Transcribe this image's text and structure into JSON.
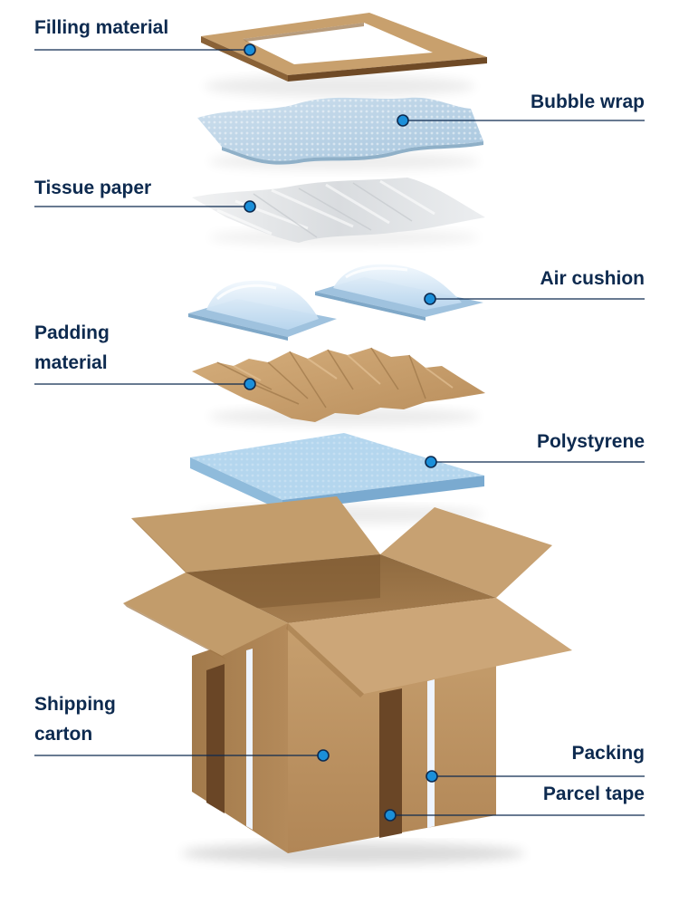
{
  "colors": {
    "label_text": "#0d2a4f",
    "leader_line": "#0d2a4f",
    "marker_fill": "#1b8fd9",
    "cardboard": "#c19a6b",
    "cardboard_dark": "#a47c4d",
    "tape_brown": "#6e4a2a",
    "packing_strap": "#eef4ff",
    "bubble_wrap": "#b9d3e6",
    "tissue": "#e3e5e7",
    "air_cushion": "#cfe3f4",
    "padding_paper": "#c8a06e",
    "polystyrene": "#a9cfe9"
  },
  "labels": {
    "filling_material": "Filling material",
    "bubble_wrap": "Bubble wrap",
    "tissue_paper": "Tissue paper",
    "air_cushion": "Air cushion",
    "padding_material_line1": "Padding",
    "padding_material_line2": "material",
    "polystyrene": "Polystyrene",
    "shipping_carton_line1": "Shipping",
    "shipping_carton_line2": "carton",
    "packing": "Packing",
    "parcel_tape": "Parcel tape"
  }
}
